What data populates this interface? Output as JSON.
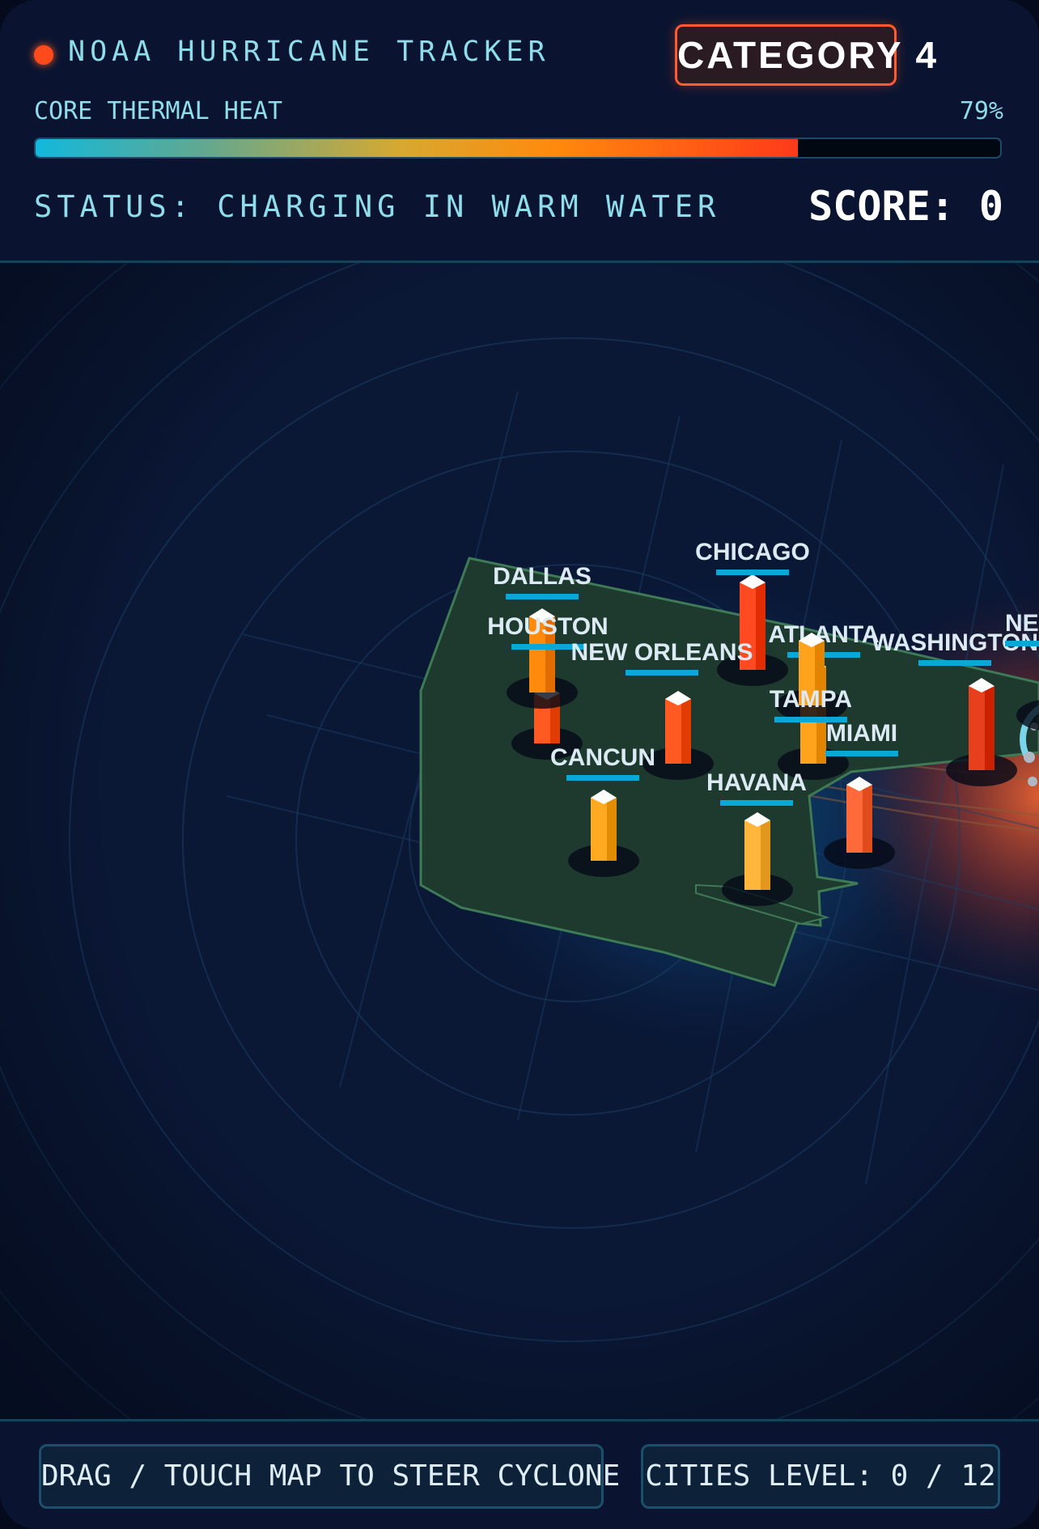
{
  "hud": {
    "title": "NOAA HURRICANE TRACKER",
    "category_label": "CATEGORY 4",
    "heat_label": "CORE THERMAL HEAT",
    "heat_percent_text": "79%",
    "heat_fraction": 0.79,
    "status_text": "STATUS: CHARGING IN WARM WATER",
    "score_text": "SCORE: 0"
  },
  "map": {
    "cities": [
      {
        "name": "DALLAS",
        "color": "#ff5a22"
      },
      {
        "name": "HOUSTON",
        "color": "#ff8a0c"
      },
      {
        "name": "CHICAGO",
        "color": "#ff4a22"
      },
      {
        "name": "NEW ORLEANS",
        "color": "#ff5a22"
      },
      {
        "name": "ATLANTA",
        "color": "#ffa21c"
      },
      {
        "name": "WASHINGTON",
        "color": "#e8401c"
      },
      {
        "name": "NEW YORK",
        "color": "#e8401c"
      },
      {
        "name": "TAMPA",
        "color": "#ffa21c"
      },
      {
        "name": "MIAMI",
        "color": "#ff6a3a"
      },
      {
        "name": "CANCUN",
        "color": "#ffaa20"
      },
      {
        "name": "HAVANA",
        "color": "#ffb63a"
      }
    ],
    "colors": {
      "ocean": "#0a1735",
      "land": "#1e3a2e",
      "coast": "#3d7a55",
      "label_underline": "#0aa8d8",
      "warm_glow": "#ff5a2a",
      "cool_glow": "#1478b4"
    },
    "hurricane_icon": "hurricane-eye-icon"
  },
  "footer": {
    "hint_label": "DRAG / TOUCH MAP TO STEER CYCLONE",
    "level_label": "CITIES LEVEL: 0 / 12"
  }
}
